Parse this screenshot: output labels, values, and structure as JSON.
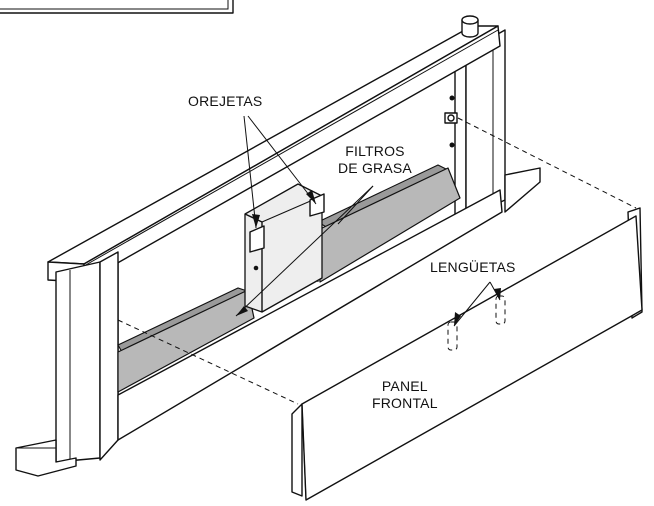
{
  "labels": {
    "orejetas": "OREJETAS",
    "filtros_line1": "FILTROS",
    "filtros_line2": "DE GRASA",
    "lenguetas": "LENGÜETAS",
    "panel_line1": "PANEL",
    "panel_line2": "FRONTAL"
  }
}
